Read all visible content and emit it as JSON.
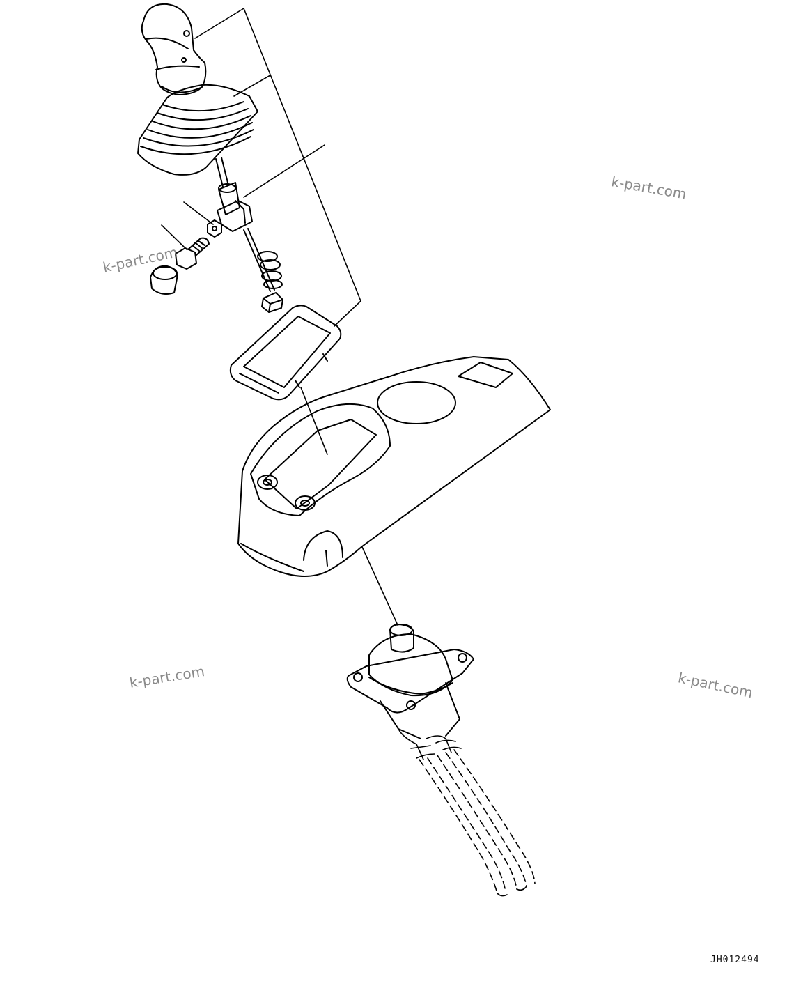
{
  "diagram": {
    "drawing_code": "JH012494",
    "watermarks": [
      "k-part.com",
      "k-part.com",
      "k-part.com",
      "k-part.com"
    ],
    "parts": [
      "lever-knob-icon",
      "rubber-boot-icon",
      "lever-shaft-icon",
      "bracket-icon",
      "nut-icon",
      "bolt-icon",
      "grommet-icon",
      "spring-clip-icon",
      "connector-icon",
      "cover-frame-icon",
      "console-housing-icon",
      "pilot-valve-icon",
      "hose-bundle-icon"
    ]
  }
}
